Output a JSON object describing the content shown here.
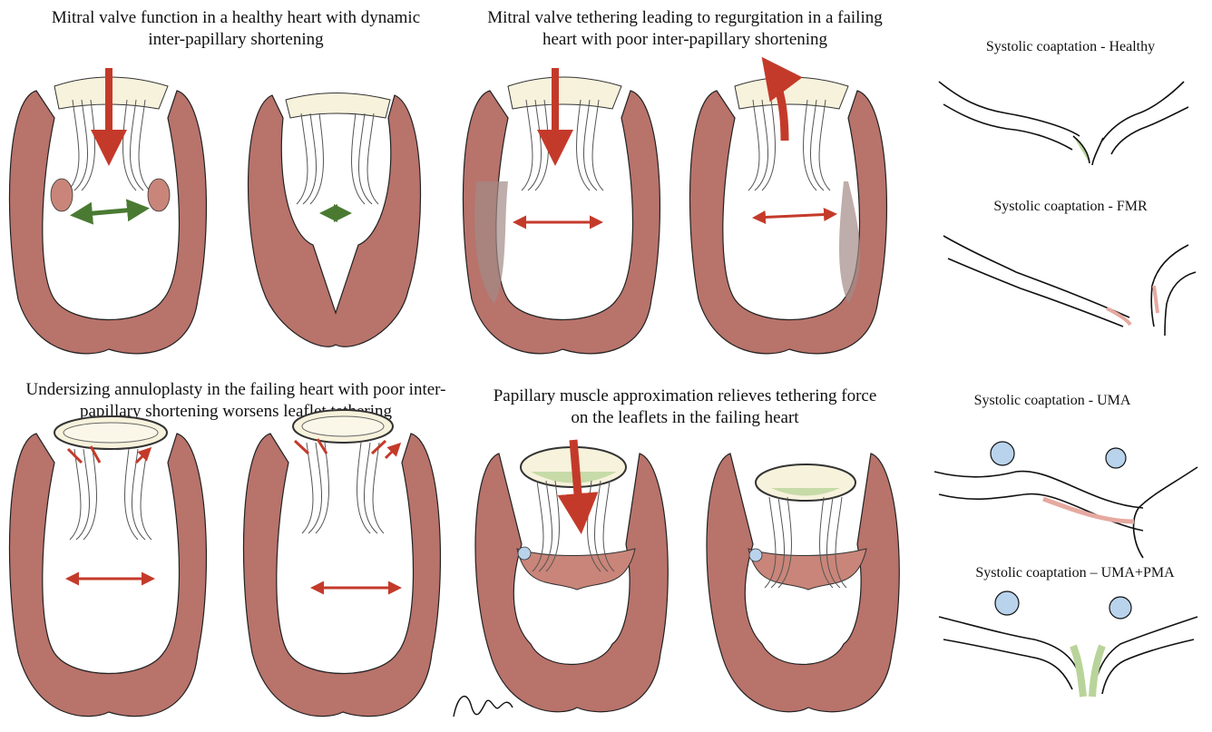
{
  "panels": {
    "healthy": {
      "caption_line1": "Mitral valve function in a healthy heart with dynamic",
      "caption_line2": "inter-papillary shortening"
    },
    "failing": {
      "caption_line1": "Mitral valve tethering leading to regurgitation in a failing",
      "caption_line2": "heart with poor inter-papillary shortening"
    },
    "annuloplasty": {
      "caption_line1": "Undersizing annuloplasty in the failing heart with poor inter-",
      "caption_line2": "papillary shortening worsens leaflet tethering"
    },
    "approximation": {
      "caption_line1": "Papillary muscle approximation relieves tethering force",
      "caption_line2": "on the leaflets in the failing heart"
    }
  },
  "coaptation": {
    "healthy": "Systolic coaptation - Healthy",
    "fmr": "Systolic coaptation - FMR",
    "uma": "Systolic coaptation - UMA",
    "uma_pma": "Systolic coaptation – UMA+PMA"
  },
  "colors": {
    "myocardium": "#b8736b",
    "myocardium_dark": "#9e5a53",
    "scar": "#a38a86",
    "valve_fill": "#f7f2dc",
    "arrow_red": "#c43a2a",
    "arrow_green": "#4a7a32",
    "leaflet_green": "#b9d49a",
    "leaflet_pink": "#e6a9a0",
    "suture_blue": "#b9d3ec"
  },
  "signature": "Omar"
}
